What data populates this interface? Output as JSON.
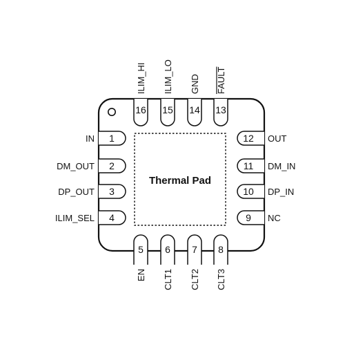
{
  "package": {
    "thermal_pad_label": "Thermal Pad",
    "pin1_marker": "circle-dot"
  },
  "pins": {
    "left": [
      {
        "number": "1",
        "name": "IN"
      },
      {
        "number": "2",
        "name": "DM_OUT"
      },
      {
        "number": "3",
        "name": "DP_OUT"
      },
      {
        "number": "4",
        "name": "ILIM_SEL"
      }
    ],
    "bottom": [
      {
        "number": "5",
        "name": "EN"
      },
      {
        "number": "6",
        "name": "CLT1"
      },
      {
        "number": "7",
        "name": "CLT2"
      },
      {
        "number": "8",
        "name": "CLT3"
      }
    ],
    "right": [
      {
        "number": "9",
        "name": "NC"
      },
      {
        "number": "10",
        "name": "DP_IN"
      },
      {
        "number": "11",
        "name": "DM_IN"
      },
      {
        "number": "12",
        "name": "OUT"
      }
    ],
    "top": [
      {
        "number": "13",
        "name": "FAULT",
        "overbar": true
      },
      {
        "number": "14",
        "name": "GND"
      },
      {
        "number": "15",
        "name": "ILIM_LO"
      },
      {
        "number": "16",
        "name": "ILIM_HI"
      }
    ]
  },
  "colors": {
    "outline": "#111111",
    "background": "#ffffff"
  }
}
